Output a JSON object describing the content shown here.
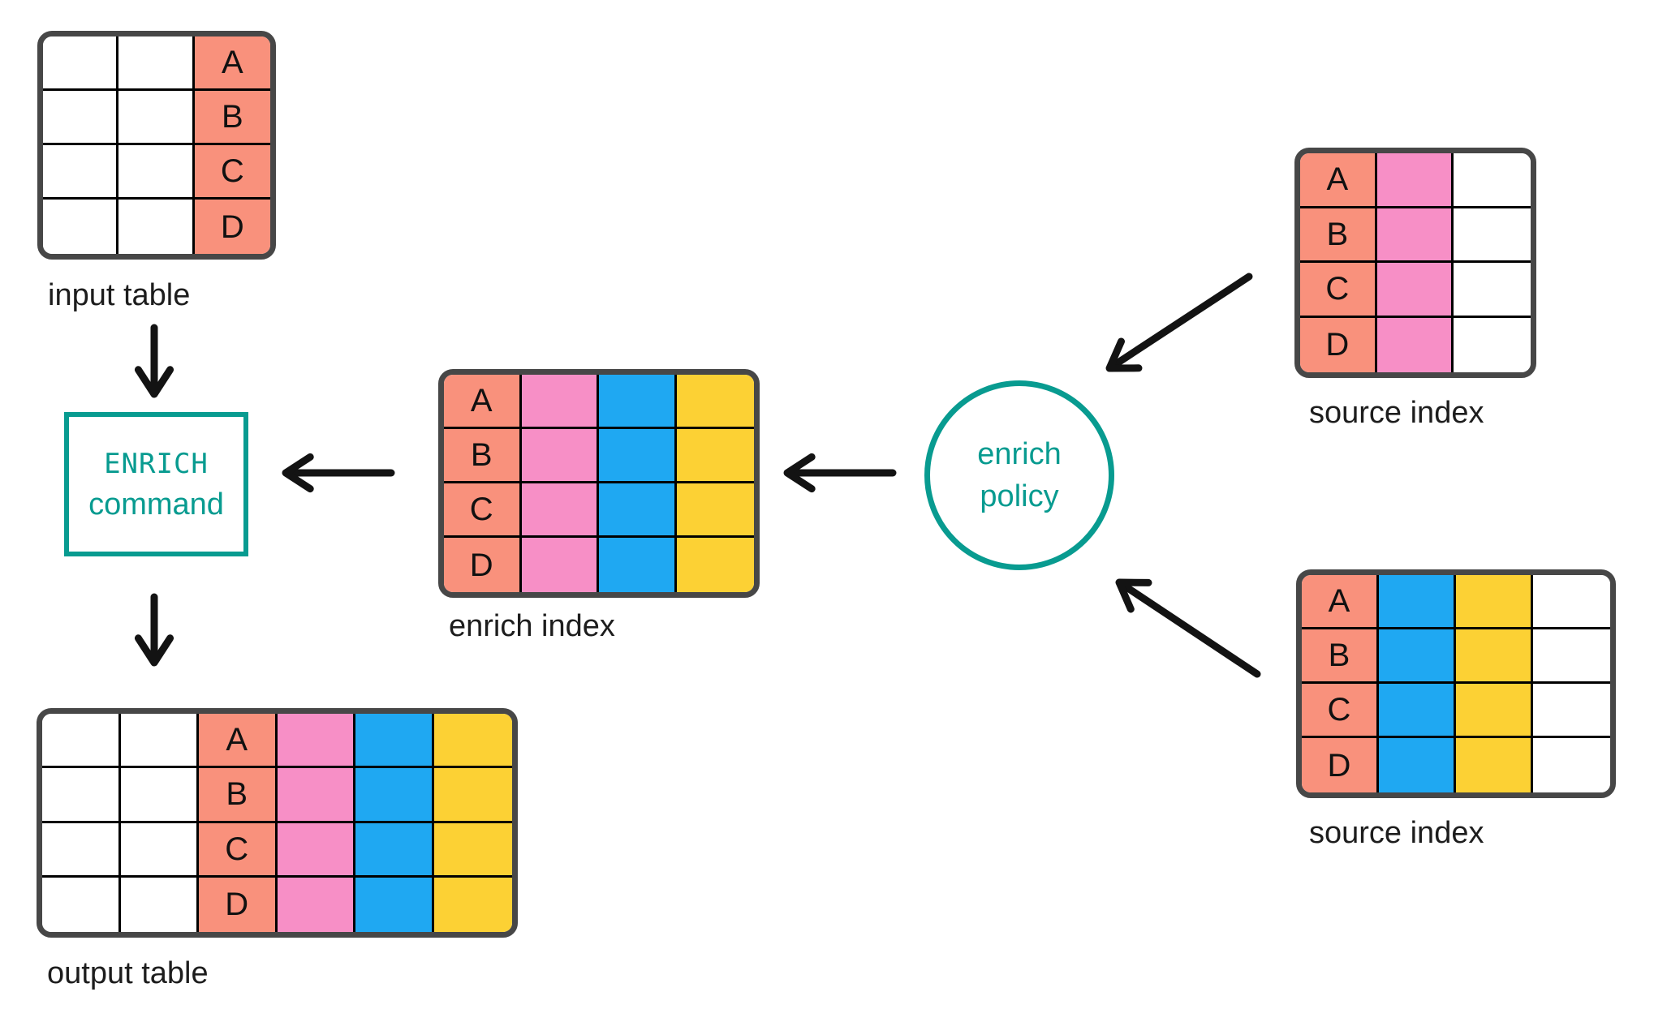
{
  "colors": {
    "salmon": "#F9917C",
    "pink": "#F78FC6",
    "blue": "#1FA8F2",
    "yellow": "#FCD134",
    "white": "#FFFFFF",
    "teal": "#089B90",
    "table_border": "#474747",
    "grid_line": "#000000",
    "arrow": "#131313",
    "label_text": "#1D1D1D",
    "cell_text": "#111111"
  },
  "row_letters": [
    "A",
    "B",
    "C",
    "D"
  ],
  "tables": [
    {
      "name": "input-table",
      "label": "input table",
      "columns": [
        {
          "color": "white"
        },
        {
          "color": "white"
        },
        {
          "color": "salmon",
          "letters": true
        }
      ]
    },
    {
      "name": "enrich-index",
      "label": "enrich index",
      "columns": [
        {
          "color": "salmon",
          "letters": true
        },
        {
          "color": "pink"
        },
        {
          "color": "blue"
        },
        {
          "color": "yellow"
        }
      ]
    },
    {
      "name": "source-index-top",
      "label": "source index",
      "columns": [
        {
          "color": "salmon",
          "letters": true
        },
        {
          "color": "pink"
        },
        {
          "color": "white"
        }
      ]
    },
    {
      "name": "source-index-bottom",
      "label": "source index",
      "columns": [
        {
          "color": "salmon",
          "letters": true
        },
        {
          "color": "blue"
        },
        {
          "color": "yellow"
        },
        {
          "color": "white"
        }
      ]
    },
    {
      "name": "output-table",
      "label": "output table",
      "columns": [
        {
          "color": "white"
        },
        {
          "color": "white"
        },
        {
          "color": "salmon",
          "letters": true
        },
        {
          "color": "pink"
        },
        {
          "color": "blue"
        },
        {
          "color": "yellow"
        }
      ]
    }
  ],
  "enrich_command": {
    "line1": "ENRICH",
    "line2": "command"
  },
  "enrich_policy": {
    "line1": "enrich",
    "line2": "policy"
  }
}
